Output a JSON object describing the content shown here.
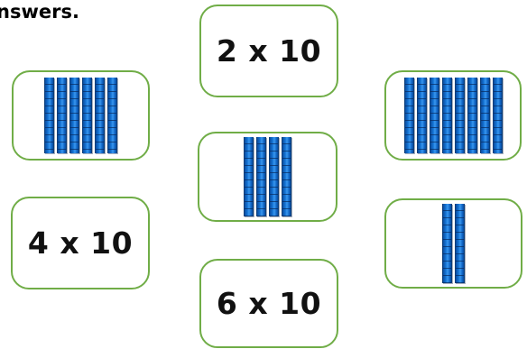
{
  "heading": "nswers.",
  "cards": [
    {
      "type": "expression",
      "text": "2 x 10"
    },
    {
      "type": "expression",
      "text": "4 x 10"
    },
    {
      "type": "expression",
      "text": "6 x 10"
    },
    {
      "type": "rods",
      "count": 6
    },
    {
      "type": "rods",
      "count": 4
    },
    {
      "type": "rods",
      "count": 8
    },
    {
      "type": "rods",
      "count": 2
    }
  ],
  "colors": {
    "card_border": "#70AD47",
    "rod_blue": "#1574D6"
  }
}
